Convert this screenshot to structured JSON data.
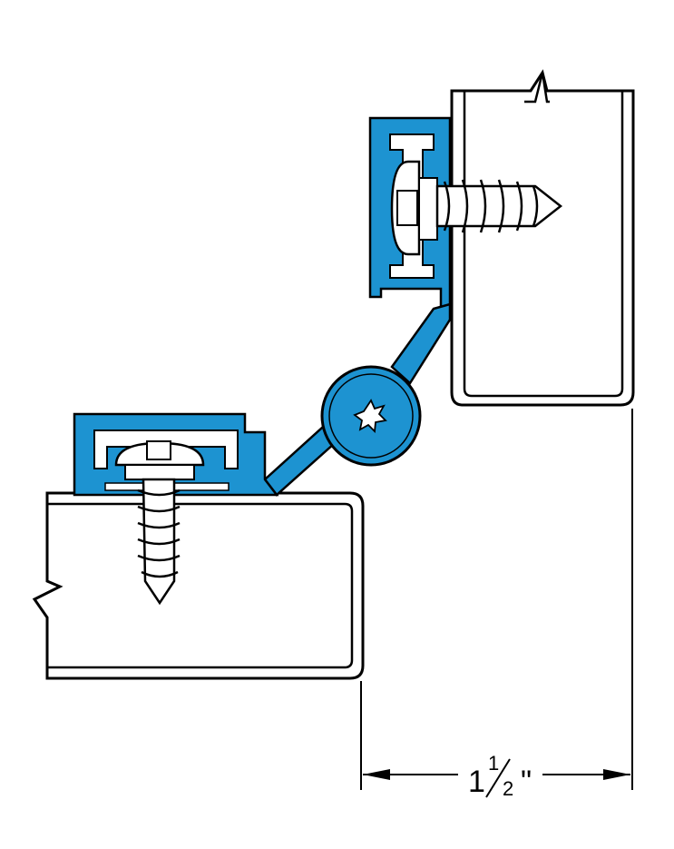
{
  "drawing": {
    "colors": {
      "hinge_fill": "#1d93d1",
      "line": "#000000",
      "panel_fill": "#ffffff",
      "hole_fill": "#ffffff",
      "star_fill": "#ffffff"
    },
    "dimension": {
      "whole": "1",
      "numerator": "1",
      "denominator": "2",
      "inch_mark": "\""
    }
  }
}
